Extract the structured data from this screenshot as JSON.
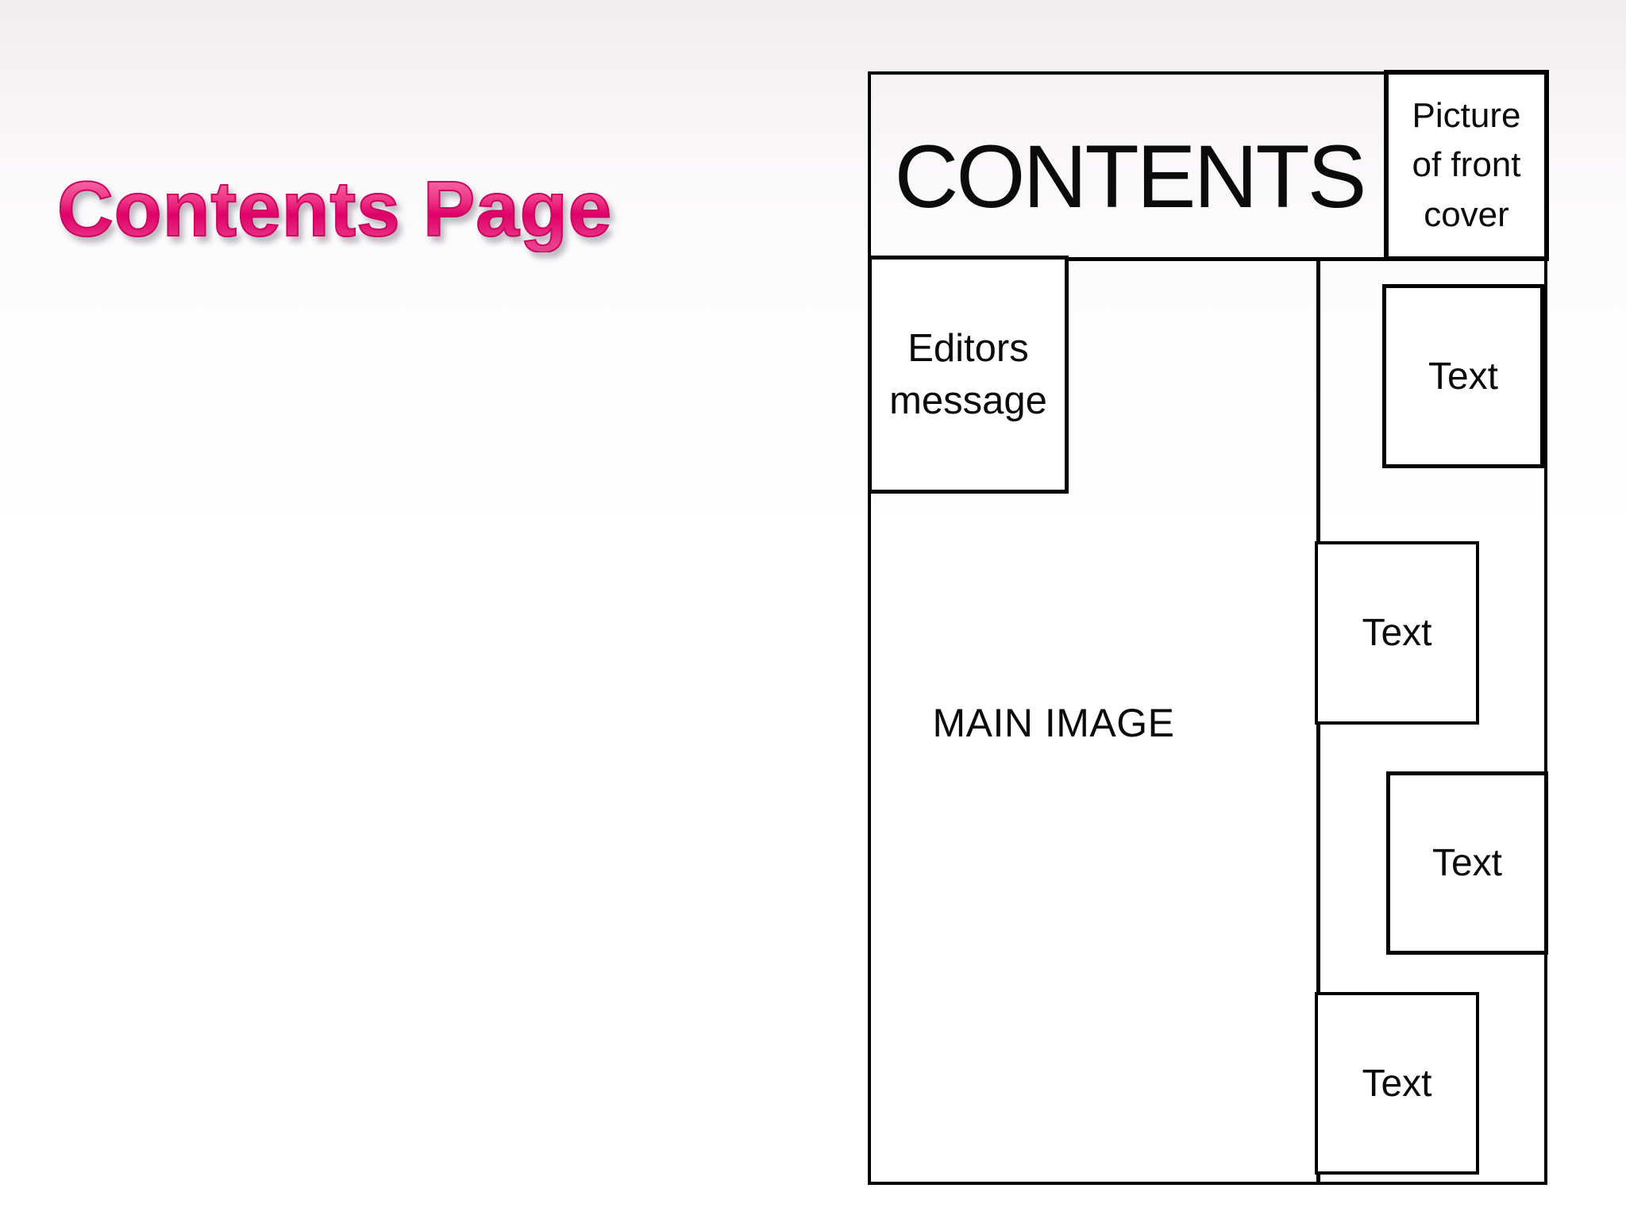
{
  "slide": {
    "title": "Contents Page",
    "title_color": "#ee2378",
    "background_color": "#ffffff"
  },
  "diagram": {
    "line_color": "#000000",
    "header": {
      "title": "CONTENTS",
      "cover_label": "Picture of front cover"
    },
    "editors_label": "Editors message",
    "main_image_label": "MAIN IMAGE",
    "text_boxes": [
      "Text",
      "Text",
      "Text",
      "Text"
    ]
  }
}
